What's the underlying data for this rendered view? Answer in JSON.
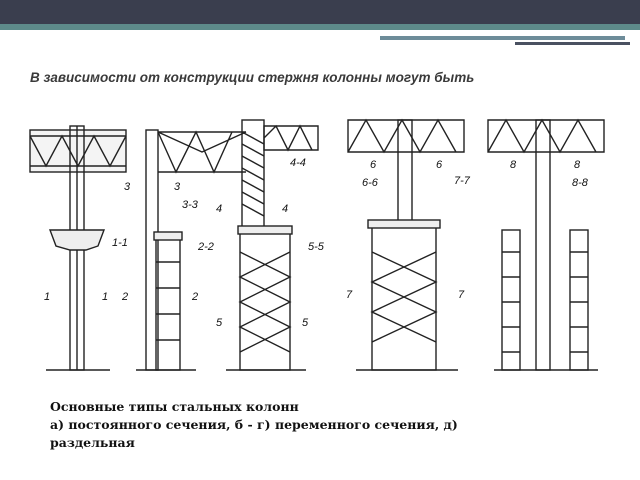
{
  "slide": {
    "heading": "В зависимости от конструкции стержня колонны могут быть",
    "caption_line1": "Основные типы стальных колонн",
    "caption_line2": "а) постоянного сечения, б - г) переменного сечения, д)",
    "caption_line3": "раздельная"
  },
  "diagram": {
    "section_labels": [
      "4-4",
      "3-3",
      "1-1",
      "2-2",
      "5-5",
      "6-6",
      "7-7",
      "8-8"
    ],
    "cut_marks": [
      "1",
      "1",
      "2",
      "2",
      "3",
      "3",
      "4",
      "4",
      "5",
      "5",
      "6",
      "6",
      "7",
      "7",
      "8",
      "8"
    ]
  },
  "colors": {
    "top_band": "#3a3e4e",
    "accent_band": "#5d8a8a",
    "line_color": "#222222"
  }
}
